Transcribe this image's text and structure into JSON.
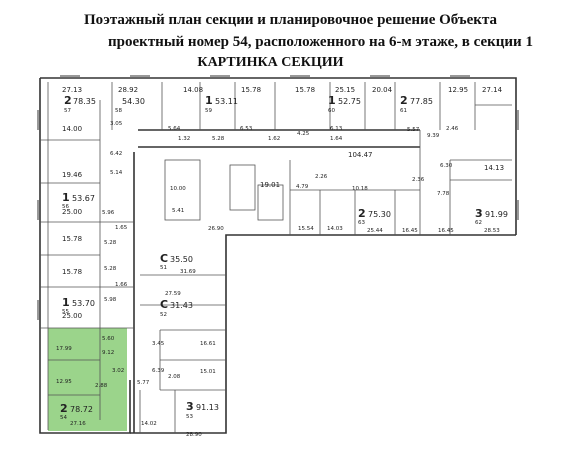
{
  "title": {
    "line1": "Поэтажный план секции и планировочное решение Объекта",
    "line2": "проектный номер 54, расположенного на 6-м этаже, в секции 1",
    "line3": "КАРТИНКА СЕКЦИИ"
  },
  "colors": {
    "highlight": "#9bd48b",
    "wall": "#333333",
    "bg": "#ffffff"
  },
  "highlighted_apartment": {
    "rooms": "2",
    "area": "78.72",
    "number": "54"
  },
  "apartments": [
    {
      "id": "a57",
      "rooms": "2",
      "area": "78.35",
      "number": "57"
    },
    {
      "id": "a58",
      "rooms": "",
      "area": "54.30",
      "number": "58"
    },
    {
      "id": "a59",
      "rooms": "1",
      "area": "53.11",
      "number": "59"
    },
    {
      "id": "a60",
      "rooms": "1",
      "area": "52.75",
      "number": "60"
    },
    {
      "id": "a61",
      "rooms": "2",
      "area": "77.85",
      "number": "61"
    },
    {
      "id": "a56",
      "rooms": "1",
      "area": "53.67",
      "number": "56"
    },
    {
      "id": "a55",
      "rooms": "1",
      "area": "53.70",
      "number": "55"
    },
    {
      "id": "a63",
      "rooms": "2",
      "area": "75.30",
      "number": "63"
    },
    {
      "id": "a62",
      "rooms": "3",
      "area": "91.99",
      "number": "62"
    },
    {
      "id": "a51",
      "rooms": "С",
      "area": "35.50",
      "number": "51"
    },
    {
      "id": "a52",
      "rooms": "С",
      "area": "31.43",
      "number": "52"
    },
    {
      "id": "a53",
      "rooms": "3",
      "area": "91.13",
      "number": "53"
    }
  ],
  "room_labels": [
    "27.13",
    "14.00",
    "3.05",
    "6.42",
    "19.46",
    "5.14",
    "25.00",
    "5.96",
    "15.78",
    "1.65",
    "5.28",
    "15.78",
    "5.28",
    "1.66",
    "5.98",
    "25.00",
    "28.92",
    "14.08",
    "15.78",
    "15.78",
    "25.15",
    "20.04",
    "12.95",
    "27.14",
    "5.64",
    "6.53",
    "4.25",
    "6.13",
    "5.57",
    "9.39",
    "2.46",
    "104.47",
    "6.30",
    "14.13",
    "1.32",
    "5.28",
    "1.62",
    "1.64",
    "10.00",
    "5.41",
    "19.01",
    "4.79",
    "2.26",
    "10.18",
    "2.36",
    "7.78",
    "26.90",
    "15.54",
    "14.03",
    "25.44",
    "16.45",
    "16.45",
    "28.53",
    "31.69",
    "27.59",
    "16.61",
    "15.01",
    "3.45",
    "5.77",
    "6.39",
    "2.08",
    "14.02",
    "28.90",
    "17.99",
    "5.60",
    "9.12",
    "12.95",
    "3.02",
    "2.88",
    "27.16"
  ]
}
